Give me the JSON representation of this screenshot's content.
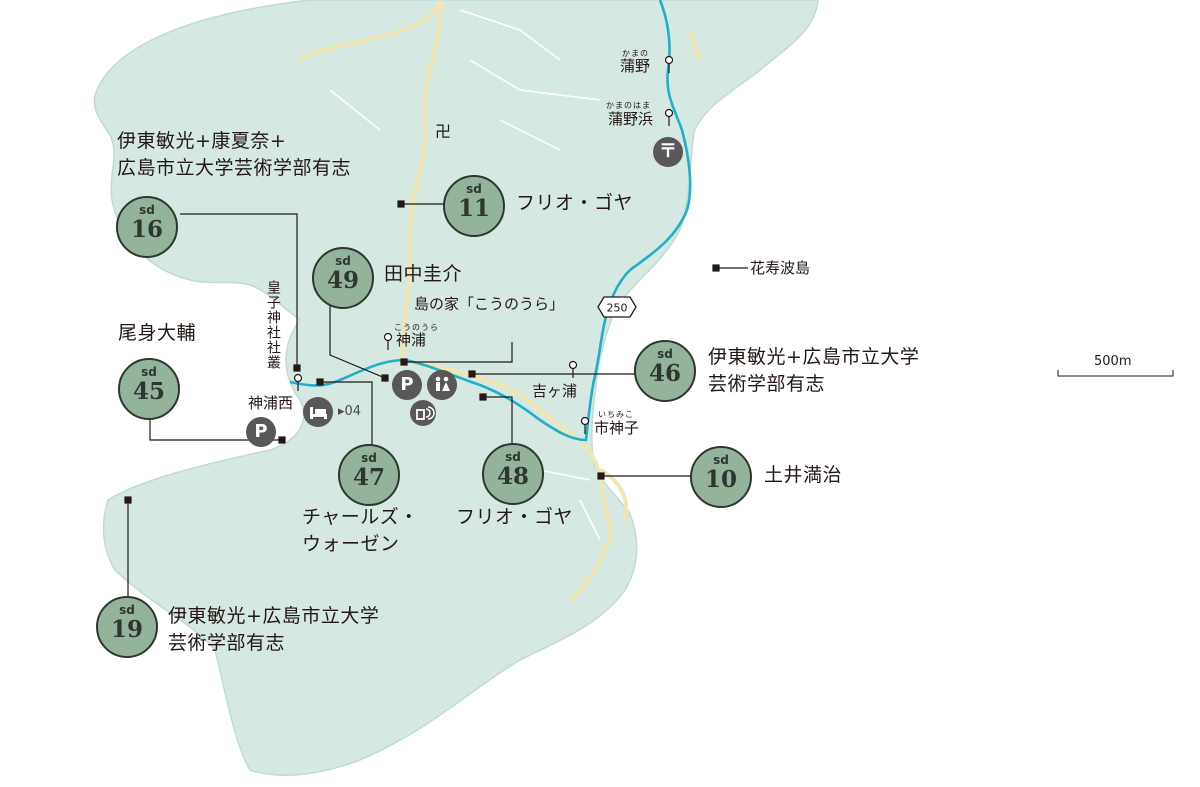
{
  "colors": {
    "sea": "#ffffff",
    "land": "#d5e8e2",
    "land_stroke": "#c2dad3",
    "road_main": "#f1e6b0",
    "road_minor": "#ffffff",
    "bus_route": "#1eb0c8",
    "badge_fill": "#93b49a",
    "badge_border": "#2e3630",
    "icon_gray": "#595757",
    "leader_line": "#231815"
  },
  "sites": [
    {
      "sd": "sd",
      "number": "16",
      "artist": [
        "伊東敏光+康夏奈+",
        "広島市立大学芸術学部有志"
      ]
    },
    {
      "sd": "sd",
      "number": "11",
      "artist": [
        "フリオ・ゴヤ"
      ]
    },
    {
      "sd": "sd",
      "number": "49",
      "artist": [
        "田中圭介"
      ]
    },
    {
      "sd": "sd",
      "number": "45",
      "artist": [
        "尾身大輔"
      ]
    },
    {
      "sd": "sd",
      "number": "46",
      "artist": [
        "伊東敏光+広島市立大学",
        "芸術学部有志"
      ]
    },
    {
      "sd": "sd",
      "number": "47",
      "artist": [
        "チャールズ・",
        "ウォーゼン"
      ]
    },
    {
      "sd": "sd",
      "number": "48",
      "artist": [
        "フリオ・ゴヤ"
      ]
    },
    {
      "sd": "sd",
      "number": "10",
      "artist": [
        "土井満治"
      ]
    },
    {
      "sd": "sd",
      "number": "19",
      "artist": [
        "伊東敏光+広島市立大学",
        "芸術学部有志"
      ]
    }
  ],
  "places": {
    "kamano": {
      "name": "蒲野",
      "furigana": "かまの"
    },
    "kamanohama": {
      "name": "蒲野浜",
      "furigana": "かまのはま"
    },
    "konoura": {
      "name": "神浦",
      "furigana": "こうのうら"
    },
    "konoura_nishi": {
      "name": "神浦西"
    },
    "yoshigaura": {
      "name": "吉ヶ浦"
    },
    "ichimiko": {
      "name": "市神子",
      "furigana": "いちみこ"
    },
    "shrine": {
      "name": "皇子神社社叢"
    },
    "island": {
      "name": "花寿波島"
    },
    "shimanoie": {
      "name": "島の家「こうのうら」"
    }
  },
  "route": {
    "number": "250"
  },
  "lodging": {
    "ref": "▸04"
  },
  "icons": {
    "post": "〒",
    "parking": "P",
    "toilet": "toilet-icon",
    "wifi": "wifi-icon",
    "lodging": "bed-icon",
    "temple": "卍",
    "bus_stop": "bus-stop-icon"
  },
  "scale": {
    "label": "500m"
  }
}
